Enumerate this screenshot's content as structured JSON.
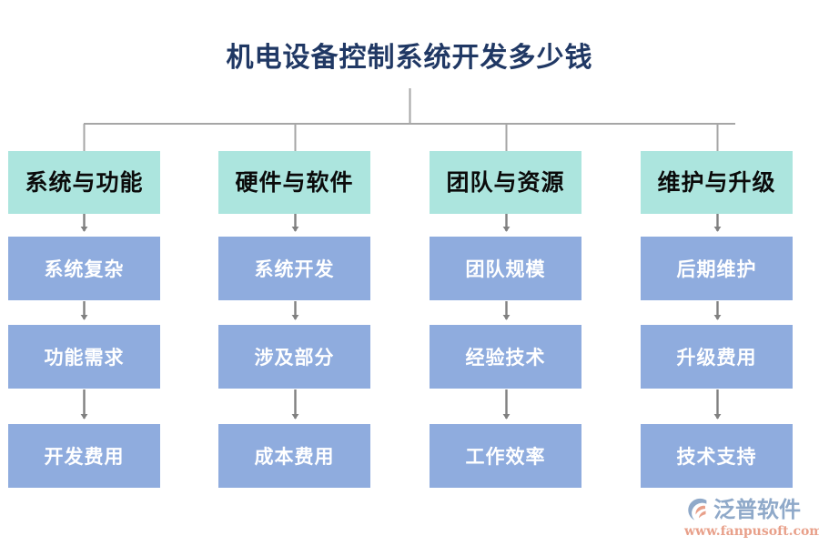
{
  "title": "机电设备控制系统开发多少钱",
  "colors": {
    "title_text": "#203864",
    "header_box_bg": "#ACE5DE",
    "header_box_text": "#0B0B0B",
    "node_box_bg": "#8FACDE",
    "node_box_text": "#FFFFFF",
    "connector_line": "#A6A6A6",
    "arrow": "#808080",
    "background": "#FFFFFF",
    "logo_name": "#8FA9C9",
    "logo_url": "#E8A08A",
    "logo_mark_primary": "#8FA9C9",
    "logo_mark_accent": "#E8A08A"
  },
  "chart_data": {
    "type": "diagram",
    "subtype": "tree-flowchart",
    "title": "机电设备控制系统开发多少钱",
    "root": "机电设备控制系统开发多少钱",
    "branch_count": 4,
    "nodes_per_branch": 3,
    "branches": [
      {
        "header": "系统与功能",
        "nodes": [
          "系统复杂",
          "功能需求",
          "开发费用"
        ]
      },
      {
        "header": "硬件与软件",
        "nodes": [
          "系统开发",
          "涉及部分",
          "成本费用"
        ]
      },
      {
        "header": "团队与资源",
        "nodes": [
          "团队规模",
          "经验技术",
          "工作效率"
        ]
      },
      {
        "header": "维护与升级",
        "nodes": [
          "后期维护",
          "升级费用",
          "技术支持"
        ]
      }
    ]
  },
  "columns": [
    {
      "header": "系统与功能",
      "nodes": [
        {
          "label": "系统复杂"
        },
        {
          "label": "功能需求"
        },
        {
          "label": "开发费用"
        }
      ]
    },
    {
      "header": "硬件与软件",
      "nodes": [
        {
          "label": "系统开发"
        },
        {
          "label": "涉及部分"
        },
        {
          "label": "成本费用"
        }
      ]
    },
    {
      "header": "团队与资源",
      "nodes": [
        {
          "label": "团队规模"
        },
        {
          "label": "经验技术"
        },
        {
          "label": "工作效率"
        }
      ]
    },
    {
      "header": "维护与升级",
      "nodes": [
        {
          "label": "后期维护"
        },
        {
          "label": "升级费用"
        },
        {
          "label": "技术支持"
        }
      ]
    }
  ],
  "logo": {
    "name": "泛普软件",
    "url": "www.fanpusoft.com",
    "mark": "fanpu-circle-icon"
  }
}
